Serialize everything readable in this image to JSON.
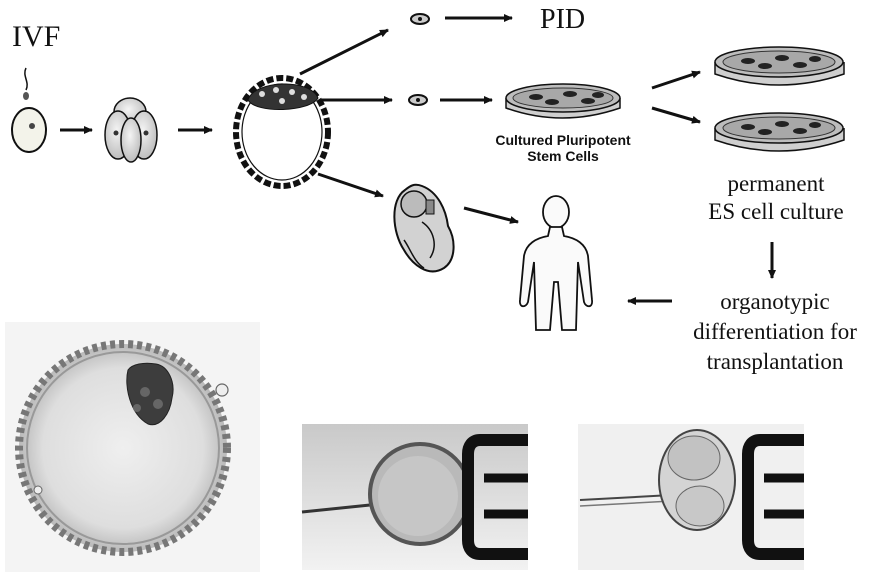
{
  "labels": {
    "ivf": "IVF",
    "pid": "PID",
    "cultured_line1": "Cultured Pluripotent",
    "cultured_line2": "Stem Cells",
    "permanent_line1": "permanent",
    "permanent_line2": "ES cell culture",
    "organotypic_line1": "organotypic",
    "organotypic_line2": "differentiation for",
    "organotypic_line3": "transplantation"
  },
  "colors": {
    "ink": "#111111",
    "cell_fill": "#d9d9d9",
    "dish_fill": "#b8b8b8",
    "photo_bg": "#e4e4e4"
  }
}
